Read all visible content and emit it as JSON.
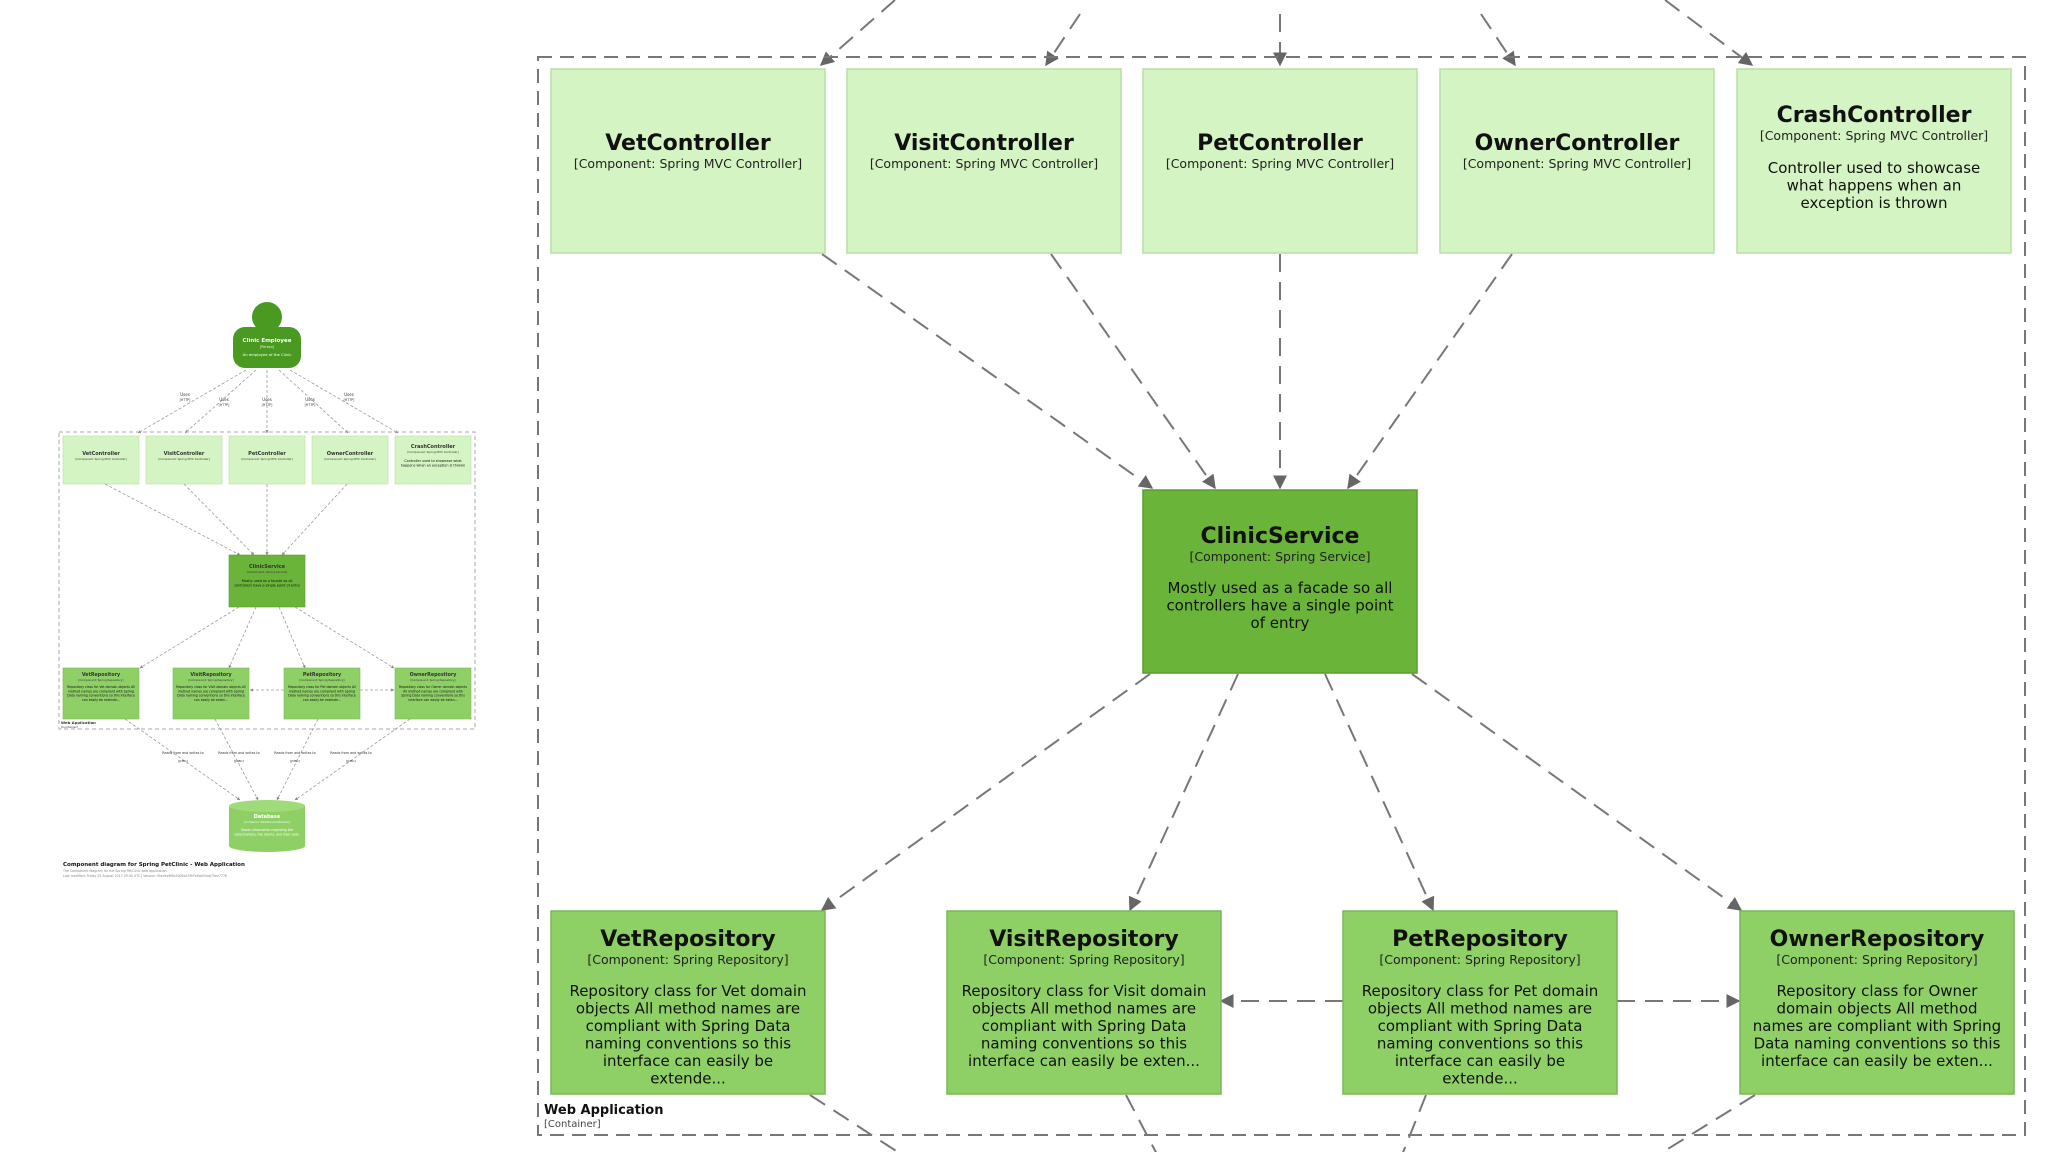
{
  "overview": {
    "person": {
      "name": "Clinic Employee",
      "type": "[Person]",
      "desc": "An employee of the Clinic"
    },
    "uses_label": "Uses",
    "uses_tech": "[HTTP]",
    "controllers": [
      {
        "name": "VetController",
        "type": "[Component: Spring MVC Controller]",
        "desc": ""
      },
      {
        "name": "VisitController",
        "type": "[Component: Spring MVC Controller]",
        "desc": ""
      },
      {
        "name": "PetController",
        "type": "[Component: Spring MVC Controller]",
        "desc": ""
      },
      {
        "name": "OwnerController",
        "type": "[Component: Spring MVC Controller]",
        "desc": ""
      },
      {
        "name": "CrashController",
        "type": "[Component: Spring MVC Controller]",
        "desc": "Controller used to showcase what happens when an exception is thrown"
      }
    ],
    "service": {
      "name": "ClinicService",
      "type": "[Component: Spring Service]",
      "desc": "Mostly used as a facade so all controllers have a single point of entry"
    },
    "repositories": [
      {
        "name": "VetRepository",
        "type": "[Component: Spring Repository]",
        "desc": "Repository class for Vet domain objects All method names are compliant with Spring Data naming conventions so this interface can easily be extende..."
      },
      {
        "name": "VisitRepository",
        "type": "[Component: Spring Repository]",
        "desc": "Repository class for Visit domain objects All method names are compliant with Spring Data naming conventions so this interface can easily be exten..."
      },
      {
        "name": "PetRepository",
        "type": "[Component: Spring Repository]",
        "desc": "Repository class for Pet domain objects All method names are compliant with Spring Data naming conventions so this interface can easily be extende..."
      },
      {
        "name": "OwnerRepository",
        "type": "[Component: Spring Repository]",
        "desc": "Repository class for Owner domain objects All method names are compliant with Spring Data naming conventions so this interface can easily be exten..."
      }
    ],
    "reads_label": "Reads from and writes to",
    "reads_tech": "[JDBC]",
    "container": {
      "name": "Web Application",
      "type": "[Container]"
    },
    "database": {
      "name": "Database",
      "type": "[Container: Relational Database]",
      "desc": "Stores information regarding the veterinarians, the clients, and their pets."
    },
    "caption_title": "Component diagram for Spring PetClinic - Web Application",
    "caption_line1": "The Component diagram for the Spring PetClinic web application.",
    "caption_line2": "Last modified: Friday 25 August 2017 09:40 UTC | Version: f0de9a9f6b3d06b15f97e6da50ab70ee7778"
  },
  "colors": {
    "controller_fill": "#d5f4c3",
    "controller_stroke": "#b9dea7",
    "service_fill": "#6ab43a",
    "service_stroke": "#5a9e2f",
    "repository_fill": "#8fd066",
    "repository_stroke": "#79b957",
    "person_fill": "#4a9a22",
    "database_fill": "#8fd066"
  }
}
